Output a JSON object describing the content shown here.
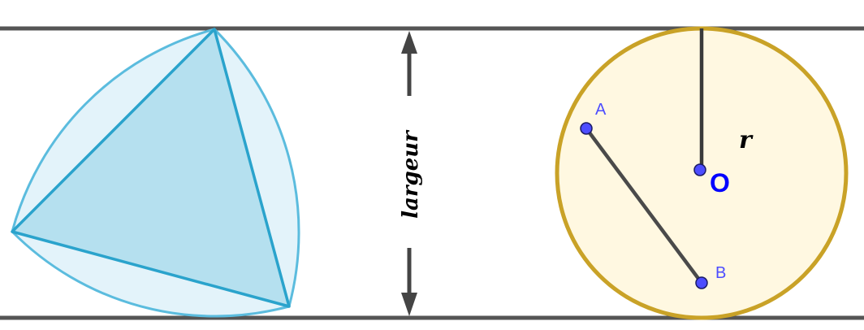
{
  "labels": {
    "width": "largeur",
    "radius": "r",
    "center": "O",
    "point_a": "A",
    "point_b": "B"
  },
  "colors": {
    "boundary_lines": "#555555",
    "reuleaux_fill": "#e3f3fa",
    "reuleaux_stroke": "#5bbcde",
    "triangle_fill": "#b5e0ef",
    "triangle_stroke": "#2aa3cc",
    "circle_fill": "#fff8e1",
    "circle_stroke": "#c9a227",
    "segments": "#444444",
    "points": "#4d4dff",
    "point_labels": "#4d4dff",
    "center_label": "#0000ff",
    "text": "#000000",
    "arrows": "#444444"
  }
}
